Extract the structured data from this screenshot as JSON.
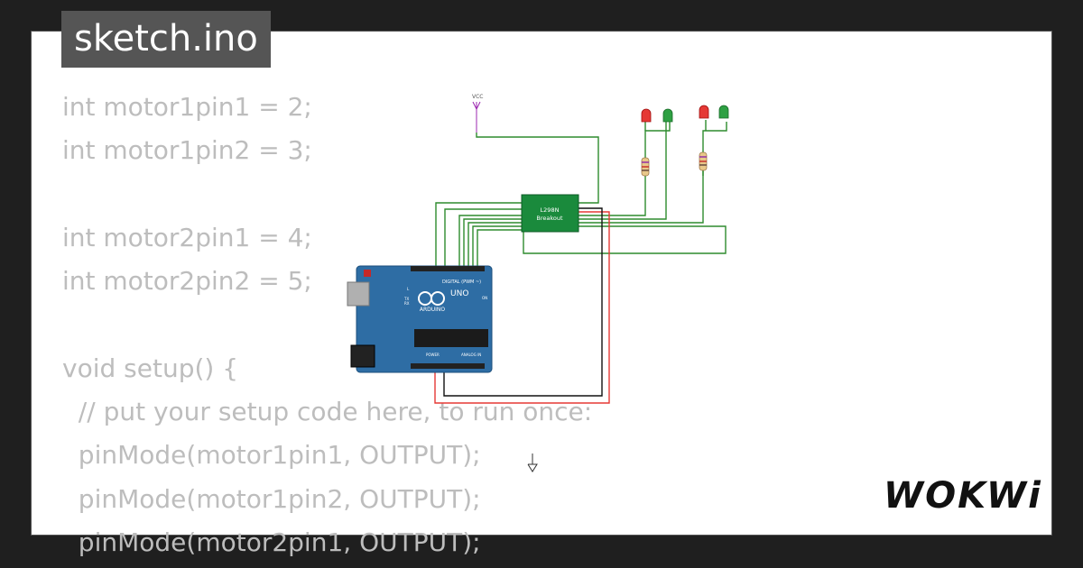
{
  "header": {
    "title": "sketch.ino"
  },
  "code_lines": [
    "int motor1pin1 = 2;",
    "int motor1pin2 = 3;",
    "",
    "int motor2pin1 = 4;",
    "int motor2pin2 = 5;",
    "",
    "void setup() {",
    "  // put your setup code here, to run once:",
    "  pinMode(motor1pin1, OUTPUT);",
    "  pinMode(motor1pin2, OUTPUT);",
    "  pinMode(motor2pin1, OUTPUT);"
  ],
  "circuit": {
    "vcc_label": "VCC",
    "driver_label_1": "L298N",
    "driver_label_2": "Breakout",
    "board_brand": "ARDUINO",
    "board_model": "UNO",
    "digital_label": "DIGITAL (PWM ~)",
    "power_label": "POWER",
    "analog_label": "ANALOG IN",
    "on_label": "ON",
    "tx_label": "TX",
    "rx_label": "RX",
    "l_label": "L"
  },
  "brand": {
    "logo_text": "WOKWi"
  },
  "colors": {
    "background": "#1f1f1f",
    "card": "#ffffff",
    "title_tab": "#555555",
    "code_text": "#bdbdbd",
    "wire_green": "#2e8b2e",
    "wire_red": "#e53935",
    "wire_black": "#111111",
    "driver_board": "#1a8a3c",
    "arduino_board": "#2e6da4",
    "led_red": "#e53935",
    "led_green": "#2ea043"
  }
}
